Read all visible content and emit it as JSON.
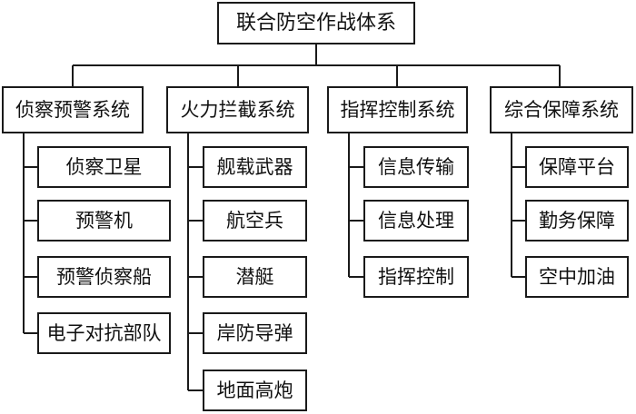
{
  "title": "联合防空作战体系",
  "systems": [
    {
      "label": "侦察预警系统",
      "items": [
        "侦察卫星",
        "预警机",
        "预警侦察船",
        "电子对抗部队"
      ]
    },
    {
      "label": "火力拦截系统",
      "items": [
        "舰载武器",
        "航空兵",
        "潜艇",
        "岸防导弹",
        "地面高炮"
      ]
    },
    {
      "label": "指挥控制系统",
      "items": [
        "信息传输",
        "信息处理",
        "指挥控制"
      ]
    },
    {
      "label": "综合保障系统",
      "items": [
        "保障平台",
        "勤务保障",
        "空中加油"
      ]
    }
  ]
}
